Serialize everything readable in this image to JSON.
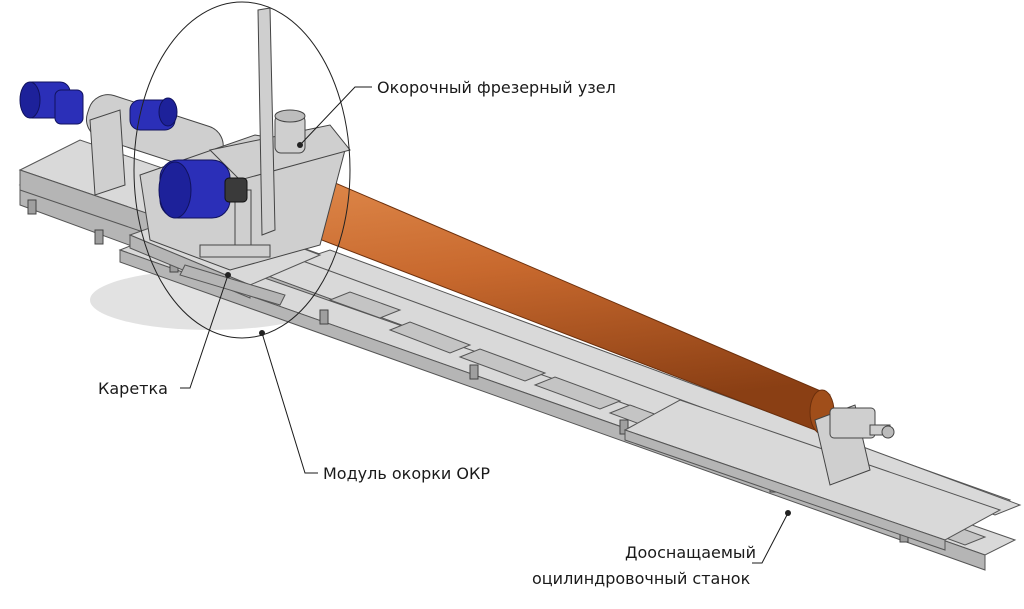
{
  "labels": {
    "milling_unit": "Окорочный фрезерный узел",
    "carriage": "Каретка",
    "module": "Модуль окорки ОКР",
    "machine_line1": "Дооснащаемый",
    "machine_line2": "оцилиндровочный станок"
  },
  "colors": {
    "log": "#c8692e",
    "log_dark": "#8a3f14",
    "log_light": "#e08a4c",
    "motor": "#2b2fb8",
    "frame": "#d9d9d9"
  }
}
